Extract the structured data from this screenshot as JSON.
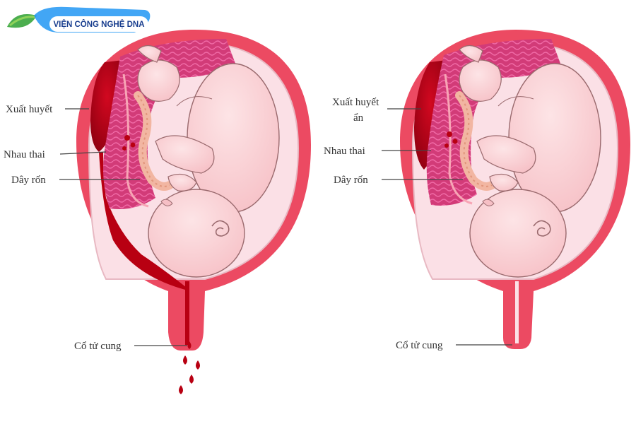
{
  "logo": {
    "text": "VIỆN CÔNG NGHỆ DNA",
    "colors": {
      "leaf": "#4cae4f",
      "leaf_light": "#8fd35a",
      "swoosh": "#2196f3",
      "text": "#1a3f8f"
    }
  },
  "left_diagram": {
    "labels": {
      "hemorrhage": "Xuất huyết",
      "placenta": "Nhau thai",
      "cord": "Dây rốn",
      "cervix": "Cổ tử cung"
    }
  },
  "right_diagram": {
    "labels": {
      "hemorrhage_line1": "Xuất huyết",
      "hemorrhage_line2": "ẩn",
      "placenta": "Nhau thai",
      "cord": "Dây rốn",
      "cervix": "Cổ tử cung"
    }
  },
  "colors": {
    "uterus_wall": "#ec4a62",
    "uterus_wall_dark": "#c9243f",
    "amniotic": "#fbe0e6",
    "placenta": "#d23b78",
    "placenta_light": "#e86ba0",
    "blood": "#b80012",
    "fetus": "#fbd3d6",
    "fetus_outline": "#9a6a6e",
    "cord": "#f2b6a2",
    "leader_line": "#444444",
    "label_text": "#333333"
  }
}
